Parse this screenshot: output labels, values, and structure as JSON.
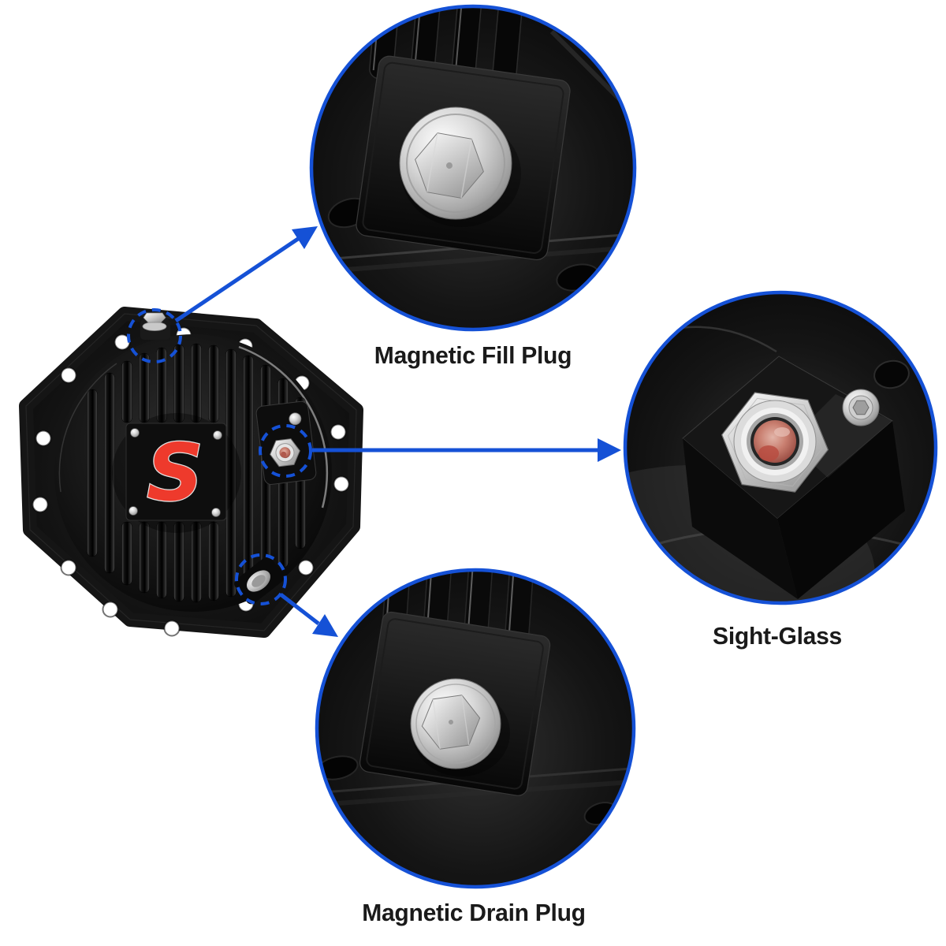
{
  "background_color": "#ffffff",
  "accent_color": "#1551d6",
  "text_color": "#1a1a1a",
  "product": {
    "name": "finned differential cover, black",
    "logo_letter": "S",
    "logo_color": "#ee3a2c",
    "body_color": "#141414"
  },
  "icons": {
    "fill_plug_arrow": "diagonal-arrow-icon",
    "sight_glass_arrow": "horizontal-arrow-icon",
    "drain_plug_arrow": "diagonal-arrow-icon",
    "feature_markers": "dashed-circle-icon"
  },
  "callouts": {
    "fill_plug": {
      "label": "Magnetic Fill Plug"
    },
    "sight_glass": {
      "label": "Sight-Glass"
    },
    "drain_plug": {
      "label": "Magnetic Drain Plug"
    }
  }
}
